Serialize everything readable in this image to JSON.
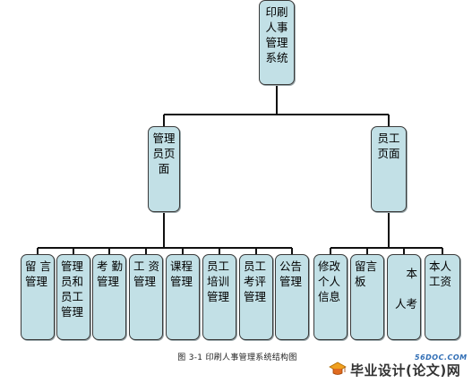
{
  "diagram": {
    "root": "印刷\n人事\n管理\n系统",
    "branches": [
      {
        "label": "管理\n员页\n面",
        "children": [
          "留  言\n管理",
          "管理\n员和\n员工\n管理",
          "考  勤\n管理",
          "工  资\n管理",
          "课程\n管理",
          "员工\n培训\n管理",
          "员工\n考评\n管理",
          "公告\n管理"
        ]
      },
      {
        "label": "员工\n页面",
        "children": [
          "修改\n个人\n信息",
          "留言\n板",
          "本\n\n人考",
          "本人\n工资"
        ]
      }
    ]
  },
  "caption": "图 3-1 印刷人事管理系统结构图",
  "watermark": {
    "url": "56DOC.COM",
    "text": "毕业设计(论文)网"
  }
}
